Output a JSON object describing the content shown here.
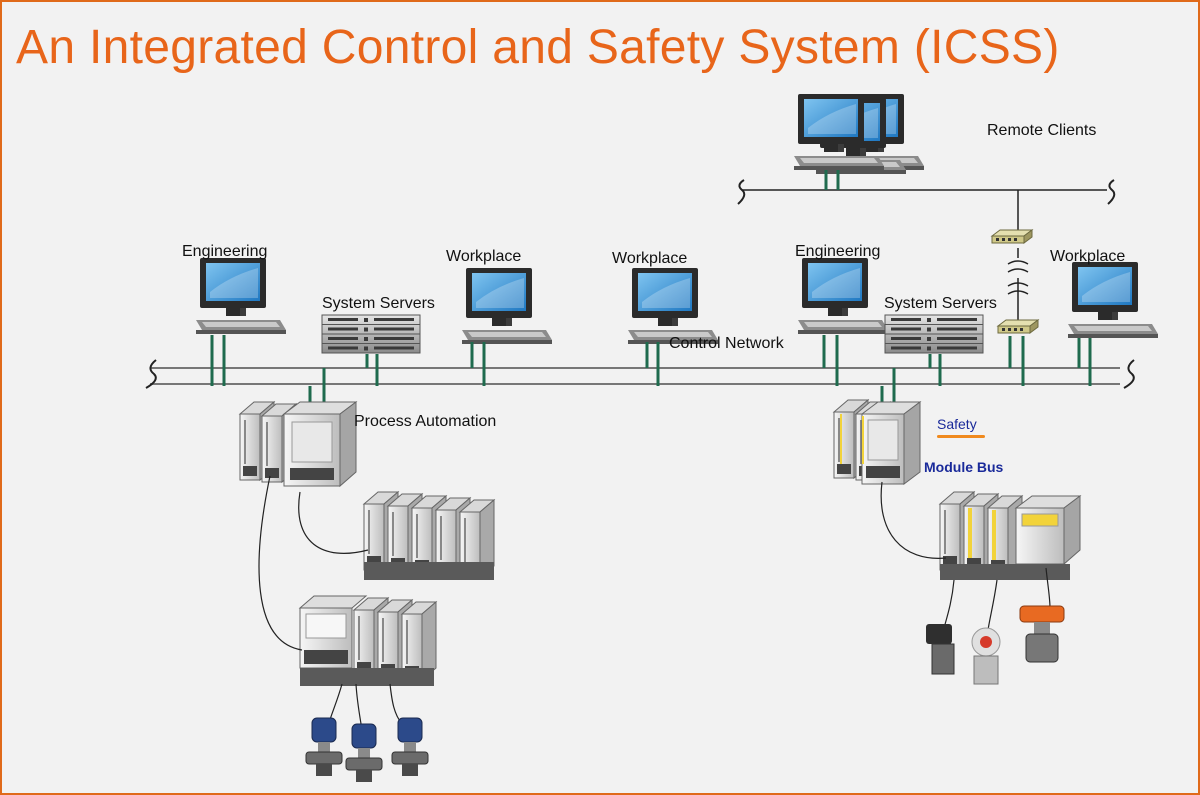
{
  "title": "An Integrated Control and Safety System (ICSS)",
  "labels": {
    "remote_clients": "Remote Clients",
    "engineering_left": "Engineering",
    "system_servers_left": "System Servers",
    "workplace_1": "Workplace",
    "workplace_2": "Workplace",
    "engineering_right": "Engineering",
    "system_servers_right": "System Servers",
    "workplace_3": "Workplace",
    "control_network": "Control Network",
    "process_automation": "Process Automation",
    "safety": "Safety",
    "module_bus": "Module Bus"
  },
  "colors": {
    "title": "#e8651a",
    "frame": "#e06a1a",
    "network_tap": "#1f6b4e",
    "safety_text": "#1a2a9a",
    "safety_underline": "#f08a1e"
  }
}
